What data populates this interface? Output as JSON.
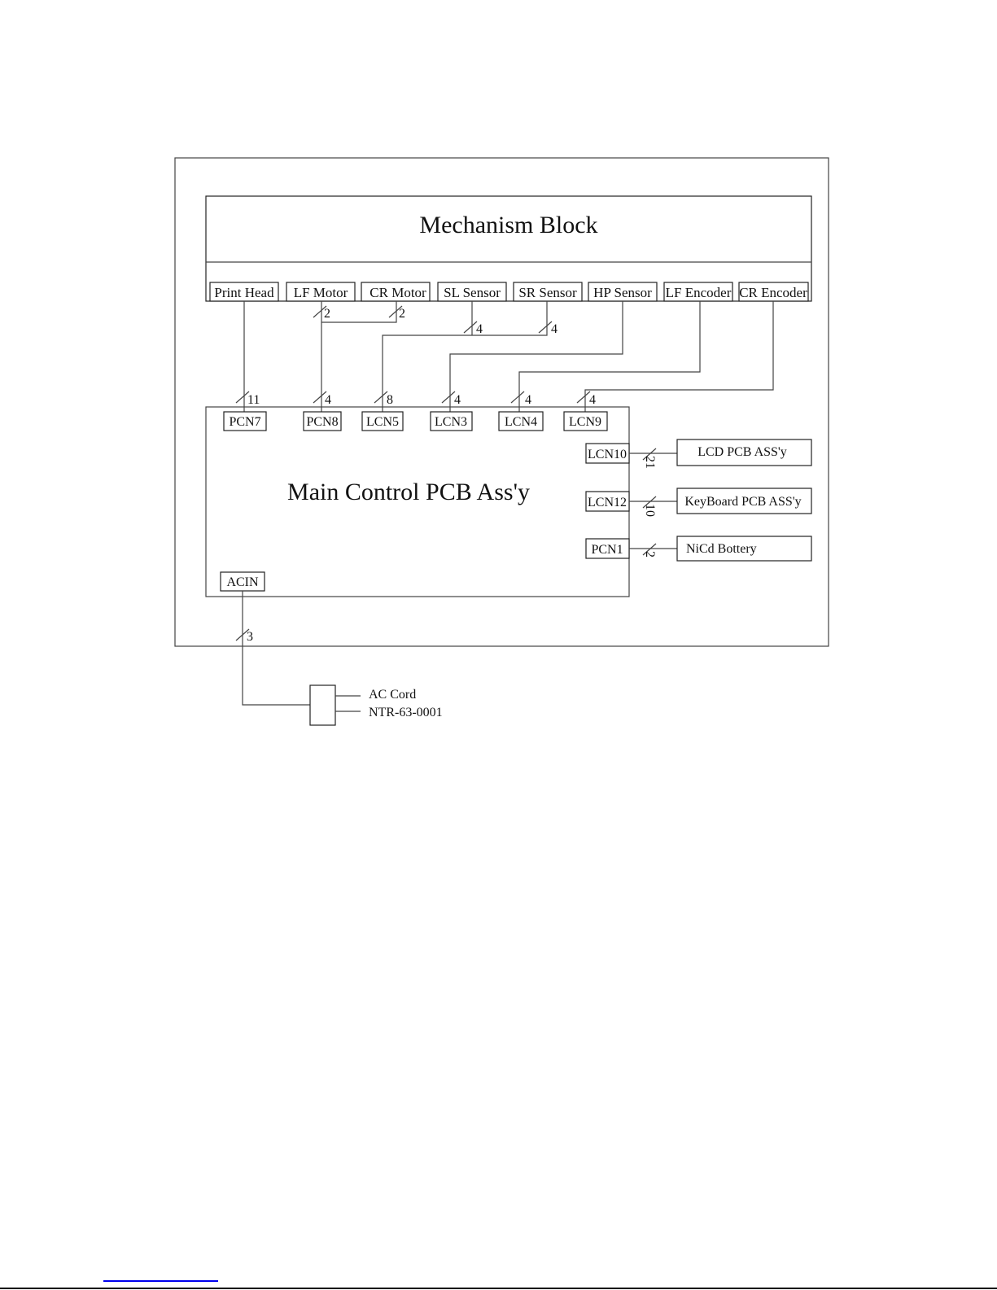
{
  "mechanism": {
    "title": "Mechanism Block",
    "parts": [
      "Print Head",
      "LF Motor",
      "CR Motor",
      "SL Sensor",
      "SR Sensor",
      "HP Sensor",
      "LF Encoder",
      "CR Encoder"
    ]
  },
  "main_pcb": {
    "title": "Main Control PCB Ass'y",
    "top_connectors": [
      "PCN7",
      "PCN8",
      "LCN5",
      "LCN3",
      "LCN4",
      "LCN9"
    ],
    "top_wire_counts": [
      "11",
      "4",
      "8",
      "4",
      "4",
      "4"
    ],
    "right_connectors": [
      "LCN10",
      "LCN12",
      "PCN1"
    ],
    "right_wire_counts": [
      "21",
      "10",
      "2"
    ],
    "ac_connector": "ACIN",
    "ac_wire_count": "3"
  },
  "mech_wire_counts": {
    "lf_motor": "2",
    "cr_motor": "2",
    "sl_sensor": "4",
    "sr_sensor": "4"
  },
  "external": {
    "lcd": "LCD PCB ASS'y",
    "keyboard": "KeyBoard PCB ASS'y",
    "battery": "NiCd Bottery",
    "ac_cord_line1": "AC Cord",
    "ac_cord_line2": "NTR-63-0001"
  },
  "colors": {
    "link_line": "#0000ee",
    "rule": "#000000"
  }
}
